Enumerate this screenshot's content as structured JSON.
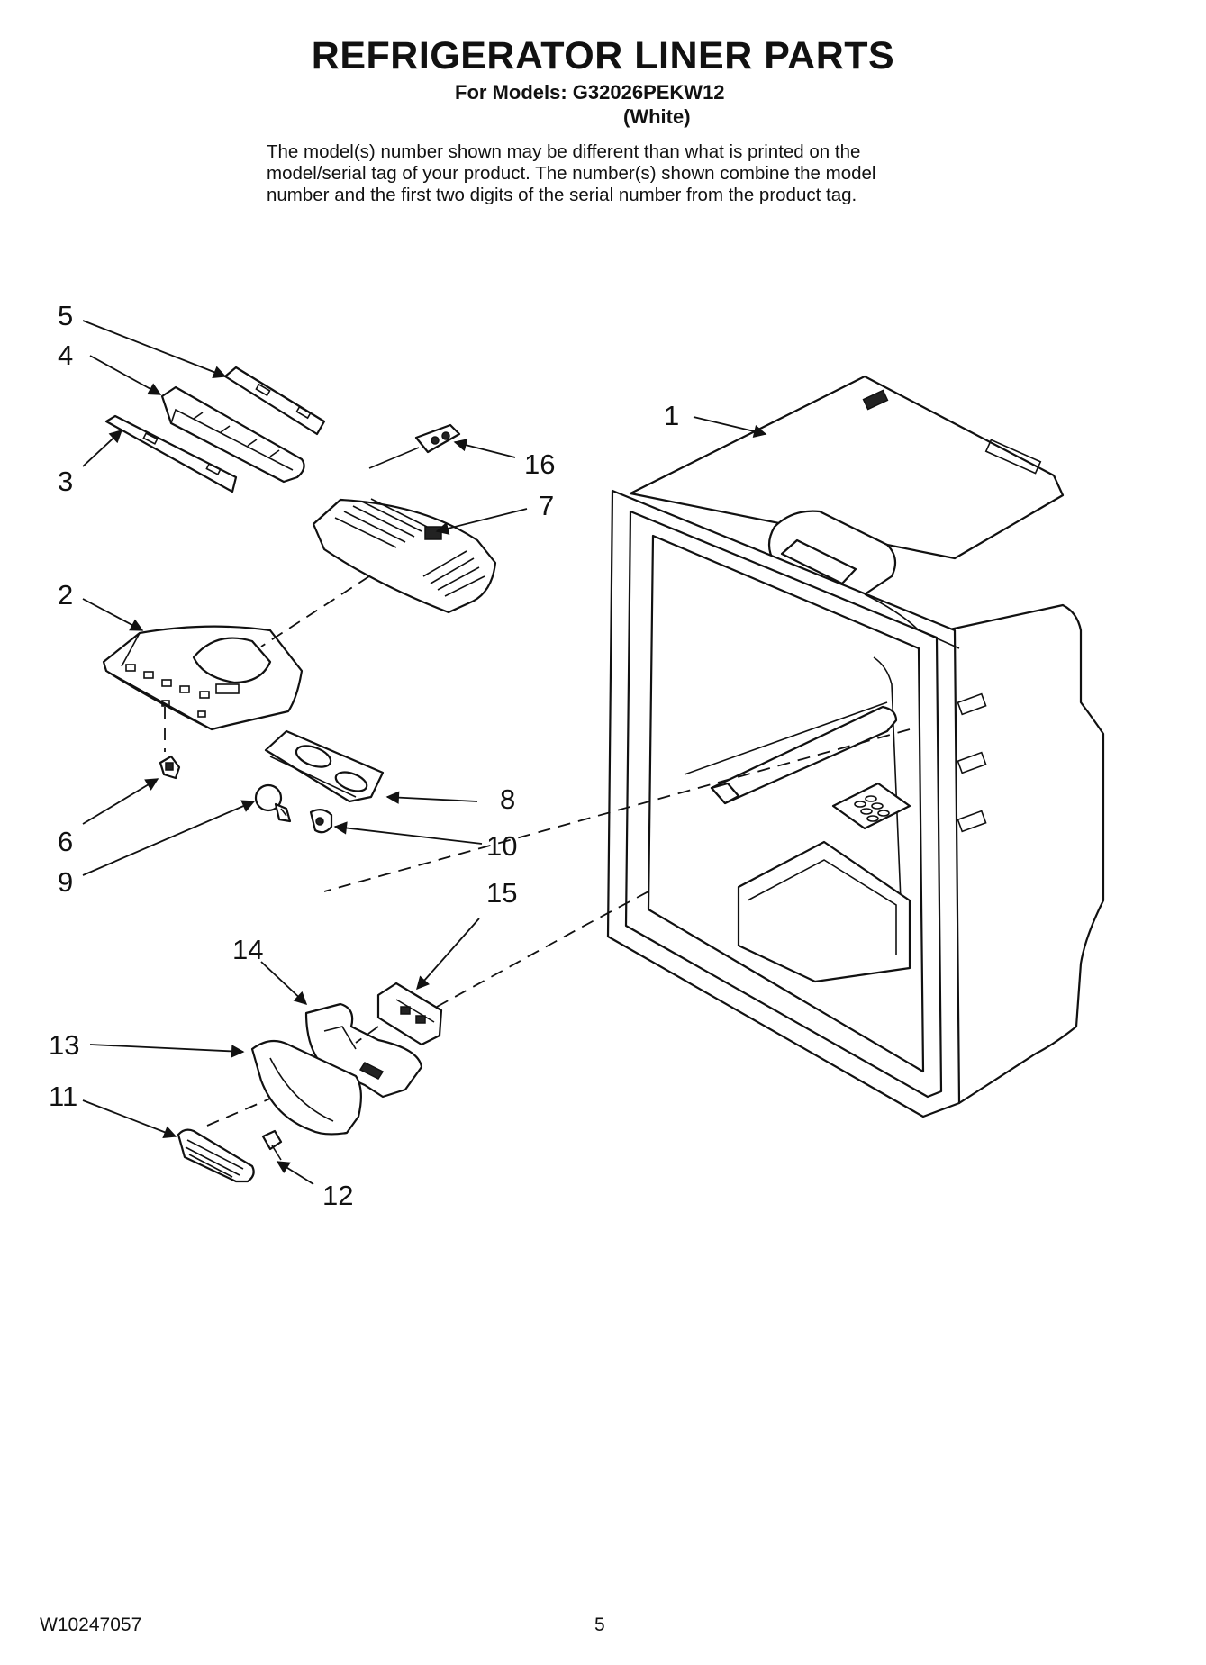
{
  "header": {
    "title": "REFRIGERATOR LINER PARTS",
    "models_line": "For Models: G32026PEKW12",
    "color_line": "(White)",
    "note_lines": [
      "The model(s) number shown may be different than what is printed on the",
      "model/serial tag of your product. The number(s) shown combine the model",
      "number and the first two digits of the serial number from the product tag."
    ]
  },
  "callouts": {
    "c1": "1",
    "c2": "2",
    "c3": "3",
    "c4": "4",
    "c5": "5",
    "c6": "6",
    "c7": "7",
    "c8": "8",
    "c9": "9",
    "c10": "10",
    "c11": "11",
    "c12": "12",
    "c13": "13",
    "c14": "14",
    "c15": "15",
    "c16": "16"
  },
  "footer": {
    "doc_number": "W10247057",
    "page_number": "5"
  }
}
